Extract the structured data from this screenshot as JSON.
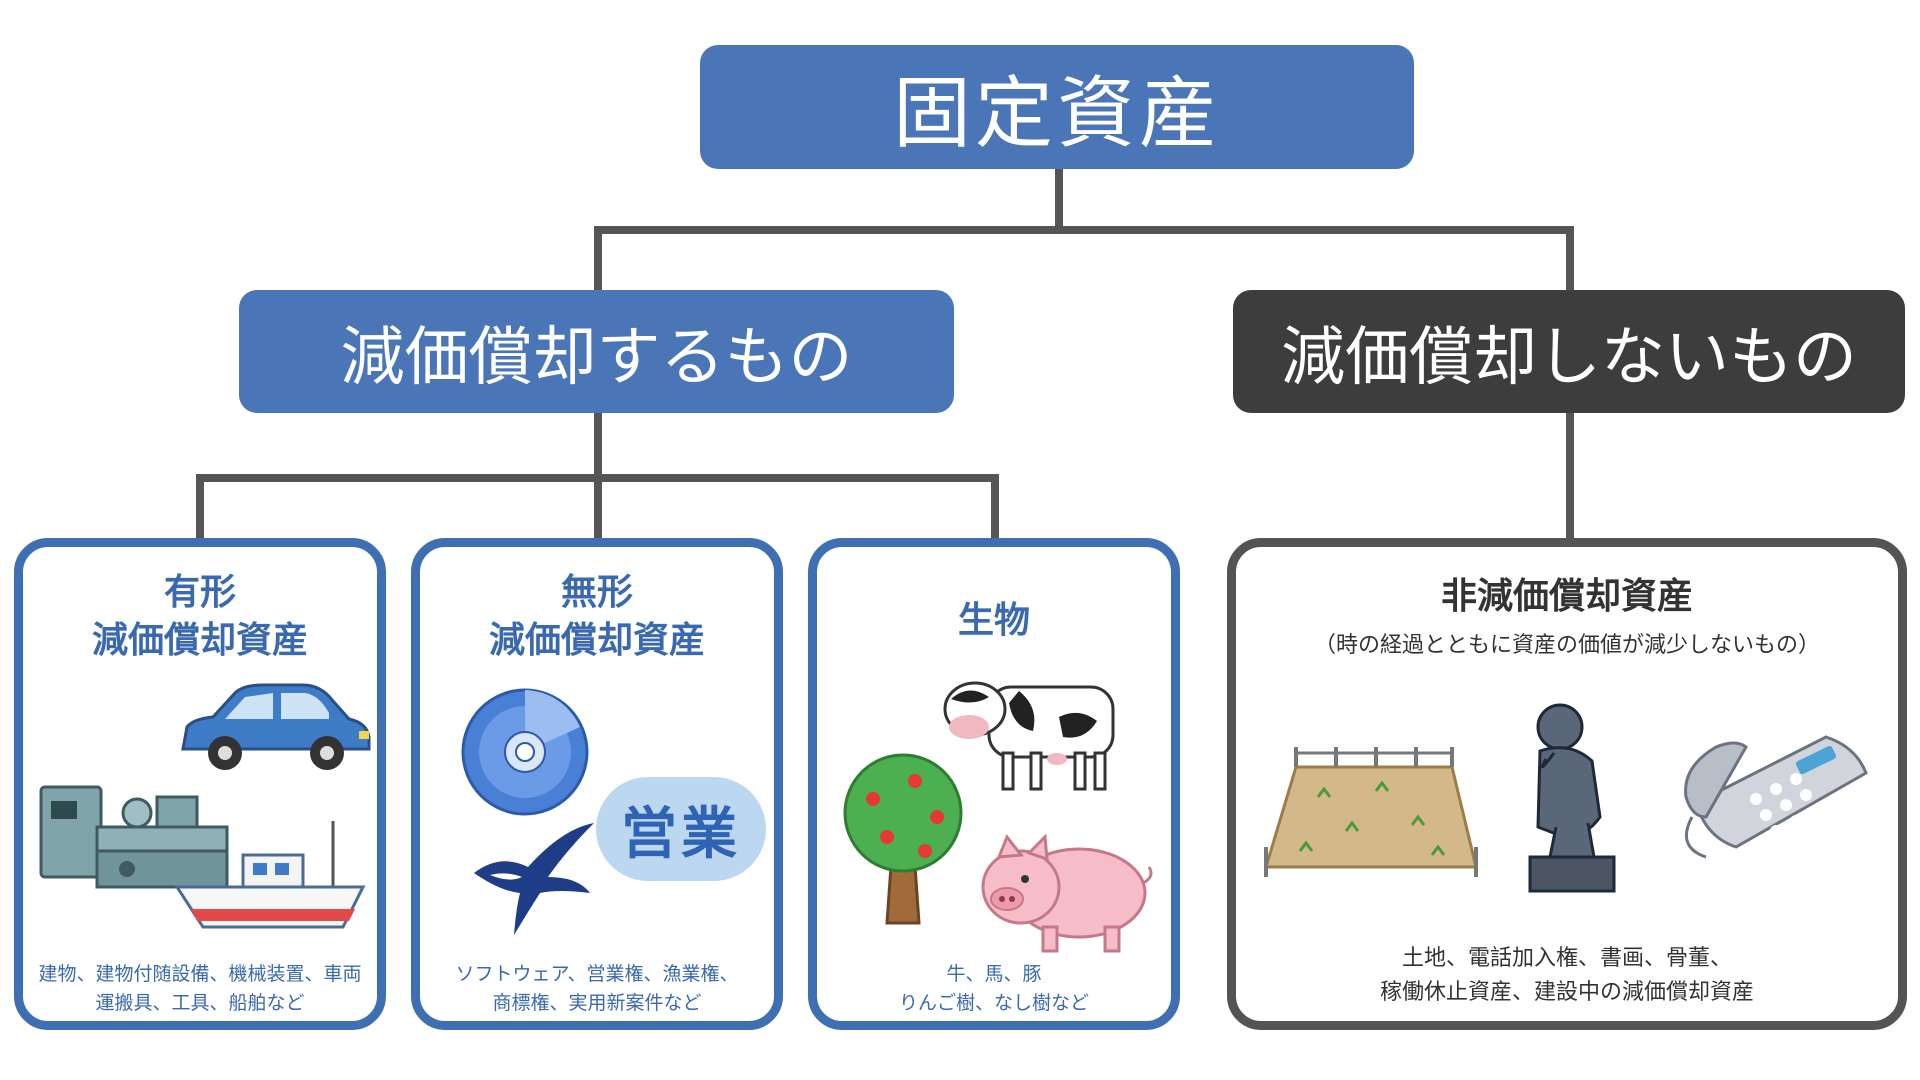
{
  "root": {
    "label": "固定資産"
  },
  "depreciable": {
    "label": "減価償却するもの",
    "tangible": {
      "title_line1": "有形",
      "title_line2": "減価償却資産",
      "note_line1": "建物、建物付随設備、機械装置、車両",
      "note_line2": "運搬具、工具、船舶など"
    },
    "intangible": {
      "title_line1": "無形",
      "title_line2": "減価償却資産",
      "badge_text": "営業",
      "note_line1": "ソフトウェア、営業権、漁業権、",
      "note_line2": "商標権、実用新案件など"
    },
    "biological": {
      "title": "生物",
      "note_line1": "牛、馬、豚",
      "note_line2": "りんご樹、なし樹など"
    }
  },
  "non_depreciable": {
    "label": "減価償却しないもの",
    "card": {
      "title": "非減価償却資産",
      "subtitle": "（時の経過とともに資産の価値が減少しないもの）",
      "note_line1": "土地、電話加入権、書画、骨董、",
      "note_line2": "稼働休止資産、建設中の減価償却資産"
    }
  },
  "colors": {
    "blue": "#4a76b8",
    "dark": "#3d3d3d",
    "card_blue_border": "#3f6fb3",
    "connector": "#555555"
  },
  "icons": [
    "car-icon",
    "lathe-machine-icon",
    "boat-icon",
    "cd-disc-icon",
    "swallow-bird-icon",
    "business-badge-icon",
    "cow-icon",
    "apple-tree-icon",
    "pig-icon",
    "land-field-icon",
    "thinker-statue-icon",
    "telephone-icon"
  ]
}
